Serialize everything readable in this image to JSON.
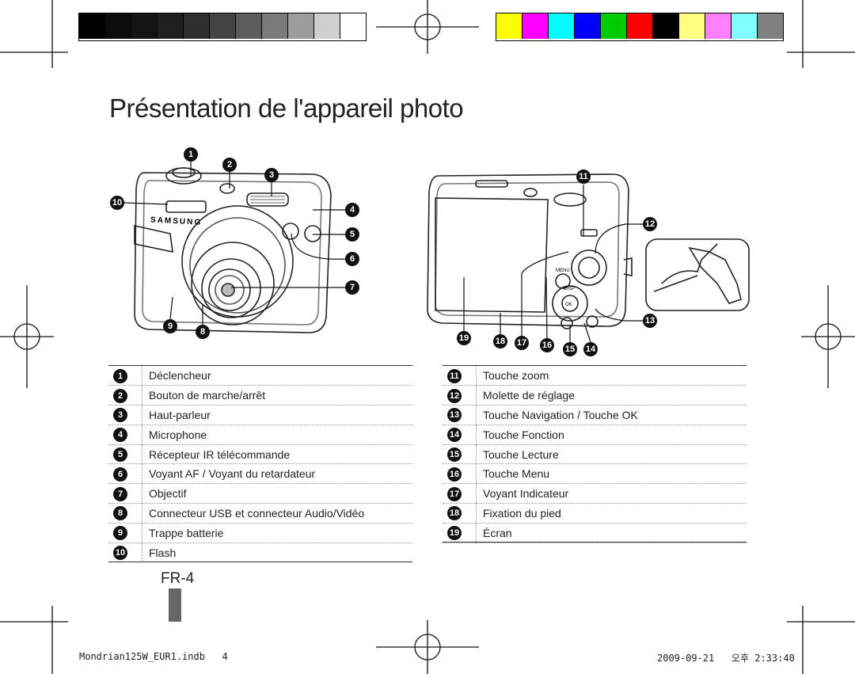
{
  "print_marks": {
    "gray_swatches": [
      "#000000",
      "#0c0c0c",
      "#141414",
      "#1f1f1f",
      "#2e2e2e",
      "#444444",
      "#5c5c5c",
      "#7a7a7a",
      "#9c9c9c",
      "#cfcfcf",
      "#ffffff"
    ],
    "color_swatches": [
      "#ffff00",
      "#ff00ff",
      "#00ffff",
      "#0000ff",
      "#00cc00",
      "#ff0000",
      "#000000",
      "#ffff80",
      "#ff80ff",
      "#80ffff",
      "#808080"
    ]
  },
  "title": "Présentation de l'appareil photo",
  "front_callouts": [
    "1",
    "2",
    "3",
    "4",
    "5",
    "6",
    "7",
    "8",
    "9",
    "10"
  ],
  "back_callouts": [
    "11",
    "12",
    "13",
    "14",
    "15",
    "16",
    "17",
    "18",
    "19"
  ],
  "left_list": [
    {
      "num": "1",
      "label": "Déclencheur"
    },
    {
      "num": "2",
      "label": "Bouton de marche/arrêt"
    },
    {
      "num": "3",
      "label": "Haut-parleur"
    },
    {
      "num": "4",
      "label": "Microphone"
    },
    {
      "num": "5",
      "label": "Récepteur IR télécommande"
    },
    {
      "num": "6",
      "label": "Voyant AF / Voyant du retardateur"
    },
    {
      "num": "7",
      "label": "Objectif"
    },
    {
      "num": "8",
      "label": "Connecteur USB et connecteur Audio/Vidéo"
    },
    {
      "num": "9",
      "label": "Trappe batterie"
    },
    {
      "num": "10",
      "label": "Flash"
    }
  ],
  "right_list": [
    {
      "num": "11",
      "label": "Touche zoom"
    },
    {
      "num": "12",
      "label": "Molette de réglage"
    },
    {
      "num": "13",
      "label": "Touche Navigation / Touche OK"
    },
    {
      "num": "14",
      "label": "Touche Fonction"
    },
    {
      "num": "15",
      "label": "Touche Lecture"
    },
    {
      "num": "16",
      "label": "Touche Menu"
    },
    {
      "num": "17",
      "label": "Voyant Indicateur"
    },
    {
      "num": "18",
      "label": "Fixation du pied"
    },
    {
      "num": "19",
      "label": "Écran"
    }
  ],
  "camera_brand": "SAMSUNG",
  "back_labels": {
    "menu": "MENU",
    "disp": "DISP",
    "ok": "OK"
  },
  "page_number": "FR-4",
  "footer": {
    "file": "Mondrian125W_EUR1.indb   4",
    "date": "2009-09-21   오후 2:33:40"
  }
}
